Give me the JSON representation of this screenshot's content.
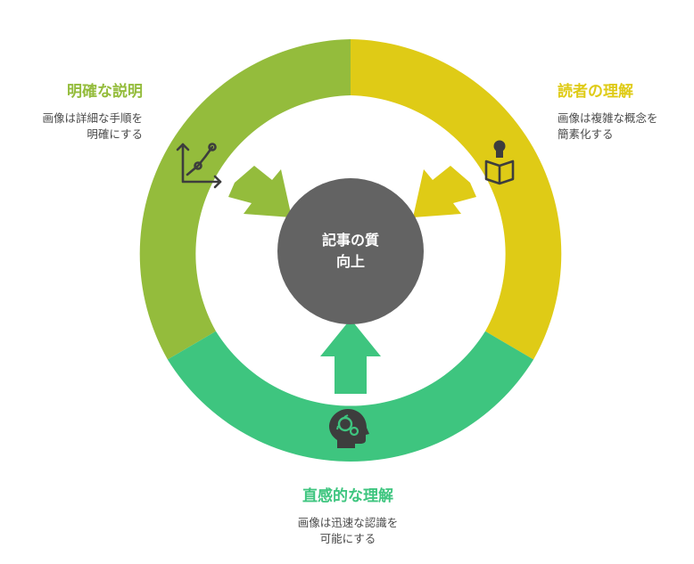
{
  "center": {
    "line1": "記事の質",
    "line2": "向上"
  },
  "segments": [
    {
      "id": "left",
      "title": "明確な説明",
      "desc_line1": "画像は詳細な手順を",
      "desc_line2": "明確にする",
      "color": "#94bc3c",
      "icon": "line-chart-icon"
    },
    {
      "id": "right",
      "title": "読者の理解",
      "desc_line1": "画像は複雑な概念を",
      "desc_line2": "簡素化する",
      "color": "#dfcb16",
      "icon": "reader-book-icon"
    },
    {
      "id": "bottom",
      "title": "直感的な理解",
      "desc_line1": "画像は迅速な認識を",
      "desc_line2": "可能にする",
      "color": "#3ec57f",
      "icon": "head-gears-icon"
    }
  ],
  "colors": {
    "center": "#636363",
    "icon": "#3d3d3d",
    "desc_text": "#4a4a4a"
  }
}
